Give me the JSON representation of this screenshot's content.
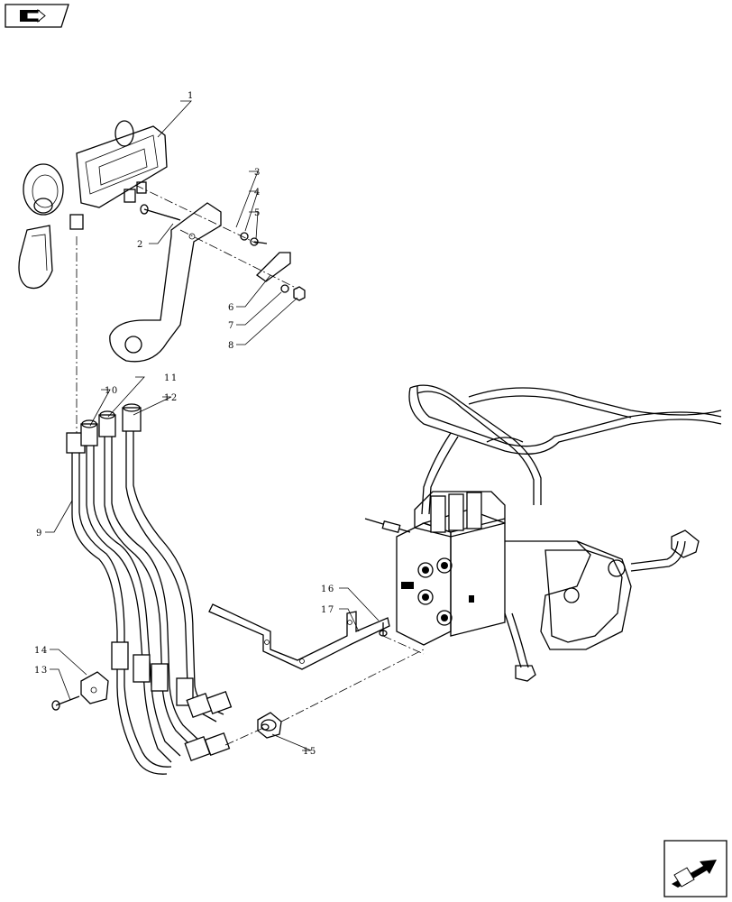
{
  "nav": {
    "prev_icon": "book-arrow-left-icon",
    "next_icon": "arrow-right-icon"
  },
  "callouts": {
    "c1": "1",
    "c2": "2",
    "c3": "3",
    "c4": "4",
    "c5": "5",
    "c6": "6",
    "c7": "7",
    "c8": "8",
    "c9": "9",
    "c10": "10",
    "c11": "11",
    "c12": "12",
    "c13": "13",
    "c14": "14",
    "c15": "15",
    "c16": "16",
    "c17": "17"
  }
}
